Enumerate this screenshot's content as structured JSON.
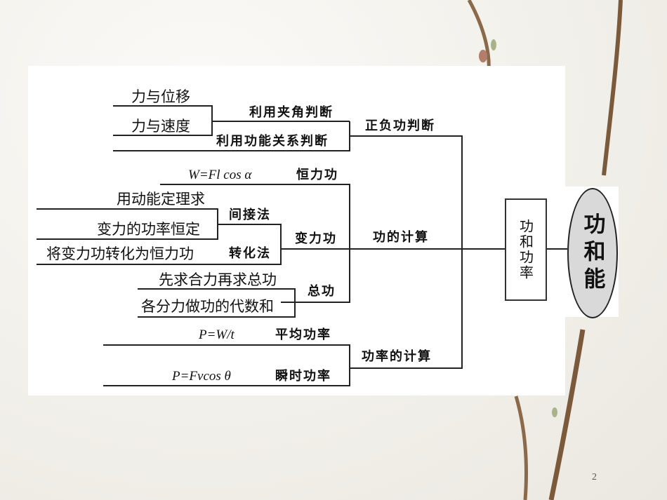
{
  "diagram": {
    "root": "功和能",
    "sub_root": "功和功率",
    "hub": "功的计算",
    "cat_sign": "正负功判断",
    "cat_power": "功率的计算",
    "sign_method_angle": "利用夹角判断",
    "sign_method_energy": "利用功能关系判断",
    "sign_angle_force_disp": "力与位移",
    "sign_angle_force_vel": "力与速度",
    "const_work": "恒力功",
    "const_formula": "W=Fl cos α",
    "var_work": "变力功",
    "indirect": "间接法",
    "indirect_1": "用动能定理求",
    "indirect_2": "变力的功率恒定",
    "convert": "转化法",
    "convert_1": "将变力功转化为恒力功",
    "total": "总功",
    "total_1": "先求合力再求总功",
    "total_2": "各分力做功的代数和",
    "avg_power": "平均功率",
    "avg_formula": "P=W/t",
    "inst_power": "瞬时功率",
    "inst_formula": "P=Fvcos θ"
  },
  "page_number": "2"
}
